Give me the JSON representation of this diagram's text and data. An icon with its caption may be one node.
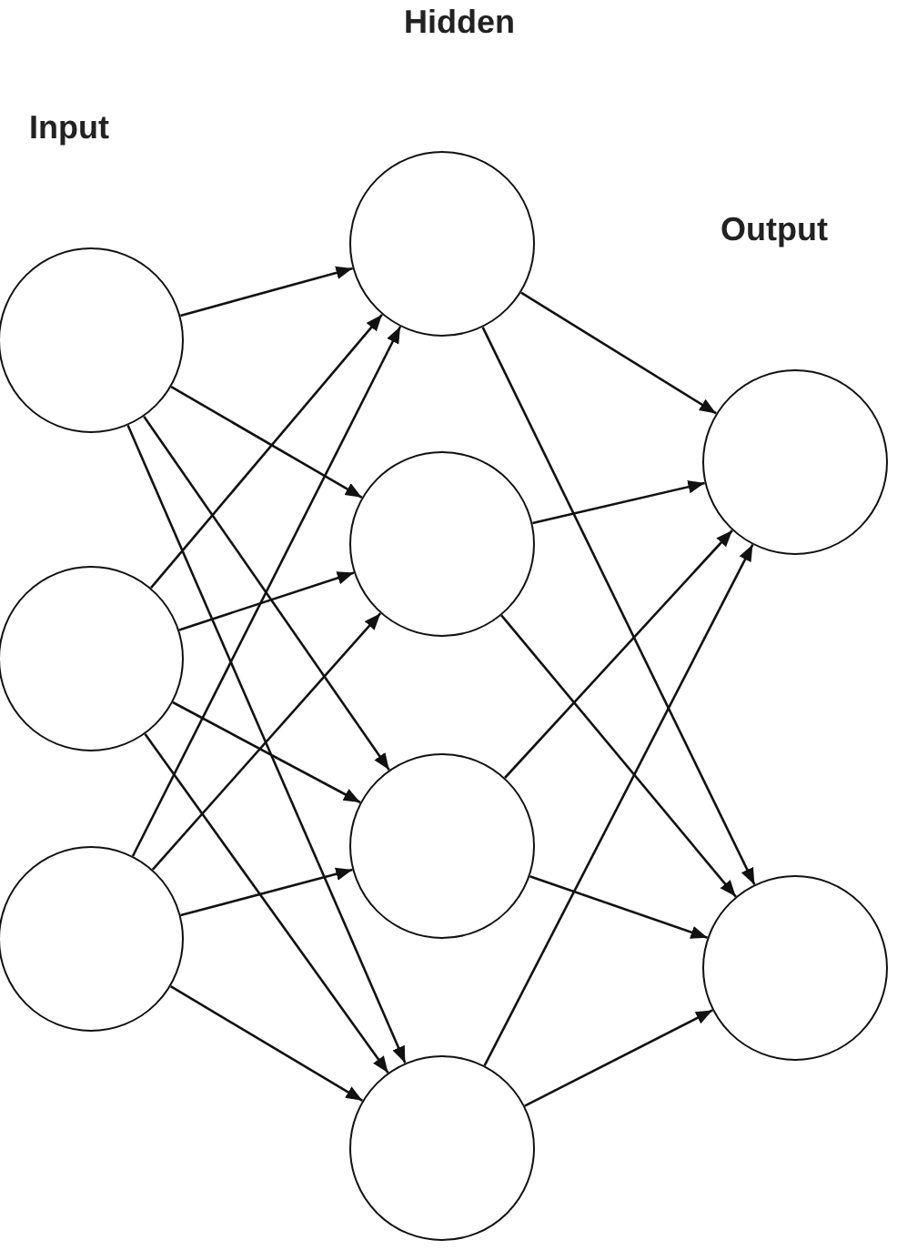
{
  "diagram": {
    "nodes": [
      {
        "text": [],
        "shape": "circle"
      },
      {
        "text": [],
        "shape": "circle"
      },
      {
        "text": [],
        "shape": "circle"
      },
      {
        "text": [],
        "shape": "circle"
      },
      {
        "text": [],
        "shape": "circle"
      },
      {
        "text": [],
        "shape": "circle"
      },
      {
        "text": [],
        "shape": "circle"
      },
      {
        "text": [],
        "shape": "circle"
      },
      {
        "text": [],
        "shape": "circle"
      }
    ],
    "edges": [
      {
        "from": 0,
        "to": 3,
        "arrow": "to"
      },
      {
        "from": 0,
        "to": 4,
        "arrow": "to"
      },
      {
        "from": 0,
        "to": 5,
        "arrow": "to"
      },
      {
        "from": 0,
        "to": 6,
        "arrow": "to"
      },
      {
        "from": 1,
        "to": 3,
        "arrow": "to"
      },
      {
        "from": 1,
        "to": 4,
        "arrow": "to"
      },
      {
        "from": 1,
        "to": 5,
        "arrow": "to"
      },
      {
        "from": 1,
        "to": 6,
        "arrow": "to"
      },
      {
        "from": 2,
        "to": 3,
        "arrow": "to"
      },
      {
        "from": 2,
        "to": 4,
        "arrow": "to"
      },
      {
        "from": 2,
        "to": 5,
        "arrow": "to"
      },
      {
        "from": 2,
        "to": 6,
        "arrow": "to"
      },
      {
        "from": 3,
        "to": 7,
        "arrow": "to"
      },
      {
        "from": 3,
        "to": 8,
        "arrow": "to"
      },
      {
        "from": 4,
        "to": 7,
        "arrow": "to"
      },
      {
        "from": 4,
        "to": 8,
        "arrow": "to"
      },
      {
        "from": 5,
        "to": 7,
        "arrow": "to"
      },
      {
        "from": 5,
        "to": 8,
        "arrow": "to"
      },
      {
        "from": 6,
        "to": 7,
        "arrow": "to"
      },
      {
        "from": 6,
        "to": 8,
        "arrow": "to"
      }
    ],
    "labels": [
      "Hidden",
      "Input",
      "Output"
    ]
  }
}
